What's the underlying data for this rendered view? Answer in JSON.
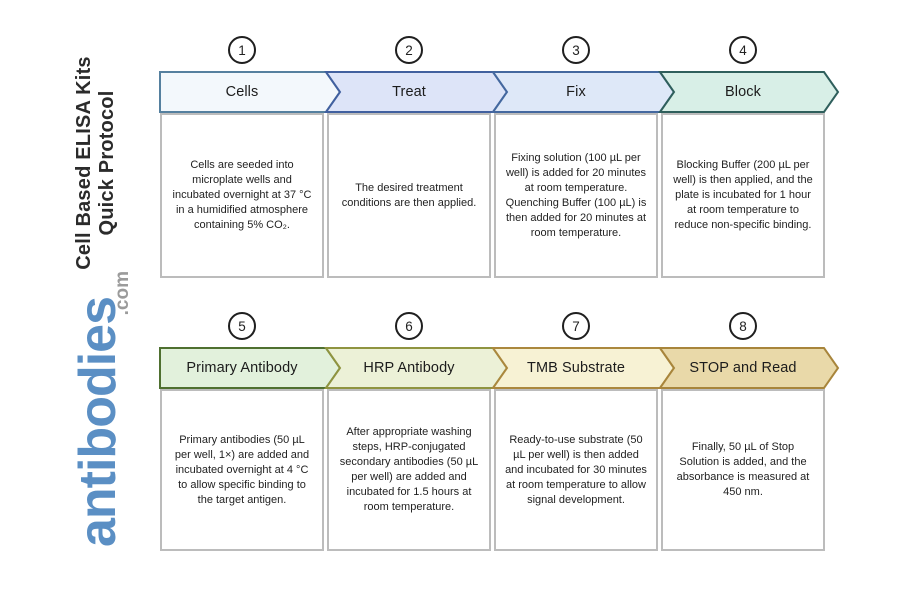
{
  "sidebar": {
    "title_line1": "Cell Based ELISA Kits",
    "title_line2": "Quick Protocol",
    "logo_text": "antibodies",
    "logo_suffix": ".com",
    "logo_color": "#5b8fc4",
    "logo_suffix_color": "#9b9b9b"
  },
  "rows": [
    {
      "steps": [
        {
          "num": "1",
          "label": "Cells",
          "fill": "#f3f8fc",
          "stroke": "#55809f",
          "desc": "Cells are seeded into microplate wells and incubated overnight at 37 °C in a humidified atmosphere containing 5% CO₂."
        },
        {
          "num": "2",
          "label": "Treat",
          "fill": "#dde4f8",
          "stroke": "#41609f",
          "desc": "The desired treatment conditions are then applied."
        },
        {
          "num": "3",
          "label": "Fix",
          "fill": "#dee8f8",
          "stroke": "#44689f",
          "desc": "Fixing solution (100 µL per well) is added for 20 minutes at room temperature. Quenching Buffer (100 µL) is then added for 20 minutes at room temperature."
        },
        {
          "num": "4",
          "label": "Block",
          "fill": "#d8efe7",
          "stroke": "#2f5f5c",
          "desc": "Blocking Buffer (200 µL per well) is then applied, and the plate is incubated for 1 hour at room temperature to reduce non-specific binding."
        }
      ]
    },
    {
      "steps": [
        {
          "num": "5",
          "label": "Primary Antibody",
          "fill": "#e2f1dc",
          "stroke": "#4f7030",
          "desc": "Primary antibodies (50 µL per well, 1×) are added and incubated overnight at 4 °C to allow specific binding to the target antigen."
        },
        {
          "num": "6",
          "label": "HRP Antibody",
          "fill": "#ecf1d7",
          "stroke": "#8f9440",
          "desc": "After appropriate washing steps, HRP-conjugated secondary antibodies (50 µL per well) are added and incubated for 1.5 hours at room temperature."
        },
        {
          "num": "7",
          "label": "TMB Substrate",
          "fill": "#f7f2d4",
          "stroke": "#ab883e",
          "desc": "Ready-to-use substrate (50 µL per well) is then added and incubated for 30 minutes at room temperature to allow signal development."
        },
        {
          "num": "8",
          "label": "STOP and Read",
          "fill": "#e9d9a9",
          "stroke": "#a8853b",
          "desc": "Finally, 50 µL of Stop Solution is added, and the absorbance is measured at 450 nm."
        }
      ]
    }
  ]
}
